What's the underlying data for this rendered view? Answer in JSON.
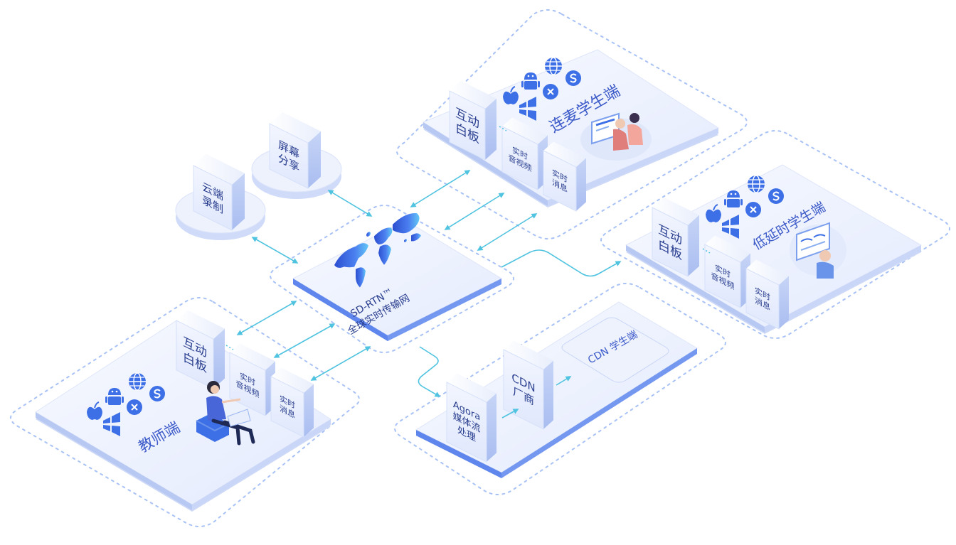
{
  "core": {
    "line1": "SD-RTN™",
    "line2": "全球实时传输网"
  },
  "teacher": {
    "title": "教师端",
    "whiteboard": [
      "互动",
      "白板"
    ],
    "av": [
      "实时",
      "音视频"
    ],
    "msg": [
      "实时",
      "消息"
    ]
  },
  "mic_student": {
    "title": "连麦学生端",
    "whiteboard": [
      "互动",
      "白板"
    ],
    "av": [
      "实时",
      "音视频"
    ],
    "msg": [
      "实时",
      "消息"
    ]
  },
  "lowlatency_student": {
    "title": "低延时学生端",
    "whiteboard": [
      "互动",
      "白板"
    ],
    "av": [
      "实时",
      "音视频"
    ],
    "msg": [
      "实时",
      "消息"
    ]
  },
  "cdn": {
    "agora": [
      "Agora",
      "媒体流",
      "处理"
    ],
    "vendor": [
      "CDN",
      "厂商"
    ],
    "student": "CDN 学生端"
  },
  "cloud_recording": [
    "云端",
    "录制"
  ],
  "screen_share": [
    "屏幕",
    "分享"
  ],
  "colors": {
    "accent": "#3d6fe6",
    "arrow": "#4fc3e0",
    "text": "#2a3f8f",
    "dashed": "#a9c2f5"
  },
  "icons": [
    "apple-icon",
    "android-icon",
    "globe-icon",
    "windows-icon",
    "x-icon",
    "s-icon"
  ]
}
